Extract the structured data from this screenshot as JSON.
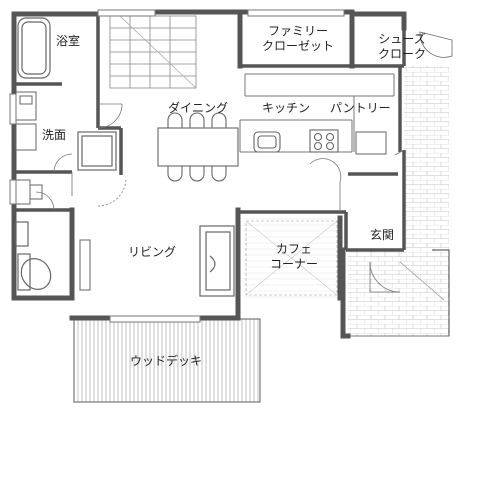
{
  "colors": {
    "wall": "#555555",
    "line": "#777777",
    "tile": "#bdbdbd",
    "deck": "#9e9e9e",
    "fixture": "#666666",
    "floor": "#ffffff"
  },
  "rooms": {
    "bath": "浴室",
    "family_closet_line1": "ファミリー",
    "family_closet_line2": "クローゼット",
    "shoes_cloak_line1": "シューズ",
    "shoes_cloak_line2": "クローク",
    "dining": "ダイニング",
    "kitchen": "キッチン",
    "pantry": "パントリー",
    "washroom": "洗面",
    "living": "リビング",
    "cafe_line1": "カフェ",
    "cafe_line2": "コーナー",
    "entrance": "玄関",
    "wood_deck": "ウッドデッキ"
  }
}
